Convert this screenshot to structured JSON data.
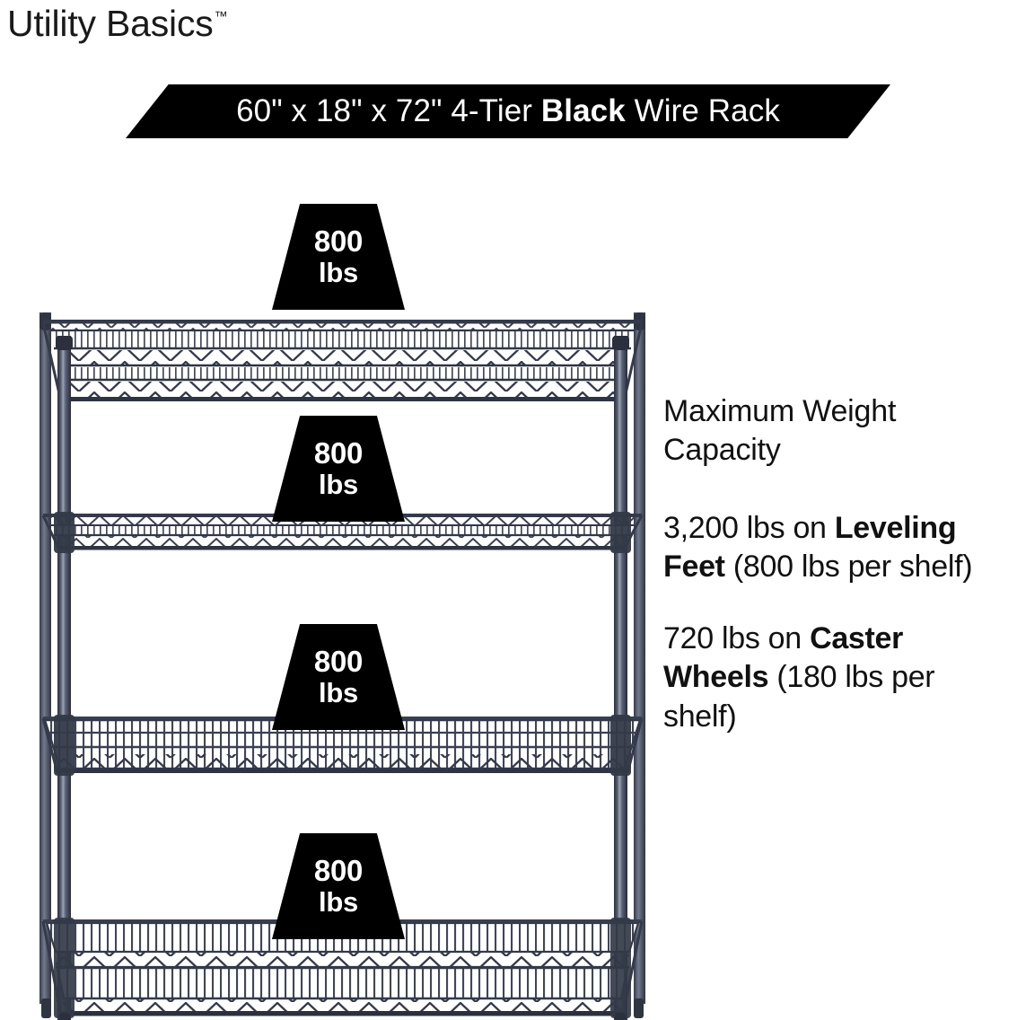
{
  "brand": {
    "name": "Utility Basics",
    "trademark": "™"
  },
  "banner": {
    "text_before": "60\" x 18\" x 72\" 4-Tier ",
    "emphasis": "Black",
    "text_after": " Wire Rack",
    "full_text": "60\" x 18\" x 72\" 4-Tier Black Wire Rack",
    "background_color": "#000000",
    "text_color": "#ffffff"
  },
  "product": {
    "name": "4-Tier Black Wire Rack",
    "width_in": "60\"",
    "depth_in": "18\"",
    "height_in": "72\"",
    "tiers": 4,
    "color": "Black",
    "frame_color": "#3f4657"
  },
  "badges": [
    {
      "number": "800",
      "unit": "lbs",
      "shelf": 1
    },
    {
      "number": "800",
      "unit": "lbs",
      "shelf": 2
    },
    {
      "number": "800",
      "unit": "lbs",
      "shelf": 3
    },
    {
      "number": "800",
      "unit": "lbs",
      "shelf": 4
    }
  ],
  "capacity": {
    "heading_line1": "Maximum Weight",
    "heading_line2": "Capacity",
    "leveling": {
      "value": "3,200 lbs on ",
      "emphasis": "Leveling Feet",
      "detail": " (800 lbs per shelf)"
    },
    "caster": {
      "value": "720 lbs on ",
      "emphasis": "Caster Wheels",
      "detail": " (180 lbs per shelf)"
    }
  }
}
